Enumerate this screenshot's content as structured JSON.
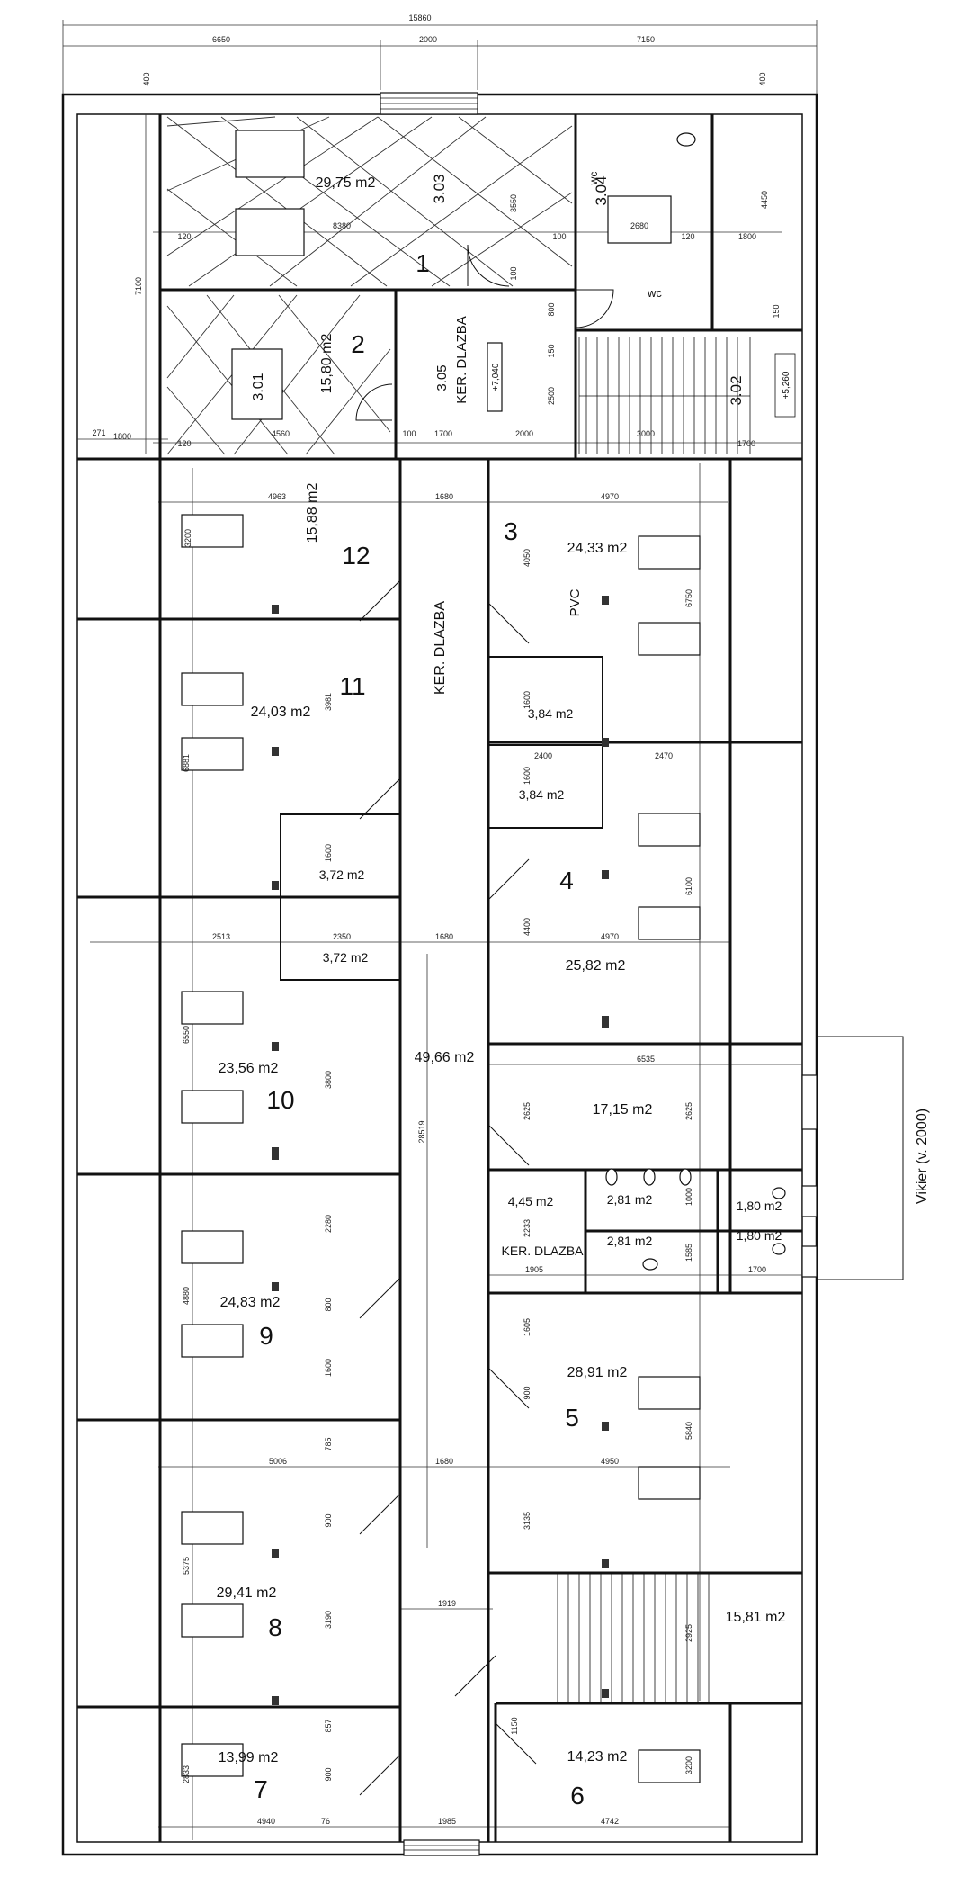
{
  "dimensions": {
    "total": "15860",
    "top": [
      "6650",
      "2000",
      "7150"
    ],
    "wall_left": "400",
    "wall_right": "400",
    "left": [
      "7100",
      "271",
      "1800"
    ],
    "upper": [
      "8380",
      "3550",
      "120",
      "100",
      "2680",
      "120",
      "1800",
      "4450",
      "4560",
      "120",
      "100",
      "1700",
      "2000",
      "3000",
      "1700",
      "100",
      "800",
      "150",
      "2500",
      "150"
    ],
    "corridor": [
      "1680",
      "1680",
      "1680",
      "1919",
      "1985",
      "28519"
    ],
    "left_rooms": [
      "4963",
      "3200",
      "6881",
      "3981",
      "1600",
      "2513",
      "2350",
      "6550",
      "3800",
      "2280",
      "4880",
      "800",
      "1600",
      "5006",
      "785",
      "5375",
      "900",
      "3190",
      "2833",
      "857",
      "900",
      "4940",
      "76"
    ],
    "right_rooms": [
      "4050",
      "4970",
      "6750",
      "1600",
      "2400",
      "2470",
      "1600",
      "4400",
      "4970",
      "6100",
      "6535",
      "2625",
      "2625",
      "2233",
      "1000",
      "1905",
      "1585",
      "1700",
      "1605",
      "900",
      "4950",
      "5840",
      "3135",
      "2925",
      "1150",
      "4742",
      "3200"
    ]
  },
  "rooms": {
    "r1": {
      "number": "1",
      "area": "29,75 m2",
      "code": "3.03"
    },
    "r2": {
      "number": "2",
      "area": "15,80 m2",
      "code": "3.01"
    },
    "r3": {
      "number": "3",
      "area": "24,33 m2",
      "floor": "PVC"
    },
    "r4": {
      "number": "4",
      "area": "25,82 m2"
    },
    "r5": {
      "number": "5",
      "area": "28,91 m2"
    },
    "r6": {
      "number": "6",
      "area": "14,23 m2"
    },
    "r7": {
      "number": "7",
      "area": "13,99 m2"
    },
    "r8": {
      "number": "8",
      "area": "29,41 m2"
    },
    "r9": {
      "number": "9",
      "area": "24,83 m2"
    },
    "r10": {
      "number": "10",
      "area": "23,56 m2"
    },
    "r11": {
      "number": "11",
      "area": "24,03 m2"
    },
    "r12": {
      "number": "12",
      "area": "15,88 m2"
    },
    "wc_room": {
      "code": "3.04",
      "label_a": "wc",
      "label_b": "wc"
    },
    "lobby": {
      "code": "3.05",
      "floor": "KER. DLAZBA",
      "level": "+7,040"
    },
    "stair_room": {
      "code": "3.02",
      "level": "+5,260"
    },
    "corridor": {
      "floor": "KER. DLAZBA",
      "area": "49,66 m2"
    },
    "closet_3": "3,84 m2",
    "closet_4": "3,84 m2",
    "closet_11": "3,72 m2",
    "closet_10": "3,72 m2",
    "hall": "17,15 m2",
    "wc_lobby": {
      "area": "4,45 m2",
      "floor": "KER. DLAZBA"
    },
    "wc_a": "2,81 m2",
    "wc_b": "2,81 m2",
    "wc_c": "1,80 m2",
    "wc_d": "1,80 m2",
    "stairs_south": "15,81 m2"
  },
  "annotation": "Vikier (v. 2000)"
}
